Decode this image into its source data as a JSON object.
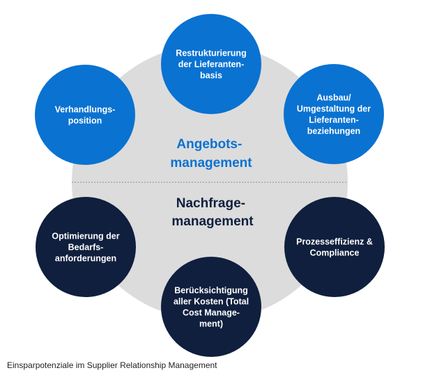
{
  "center": {
    "top_label": [
      "Angebots-",
      "management"
    ],
    "bottom_label": [
      "Nachfrage-",
      "management"
    ]
  },
  "nodes": [
    {
      "id": "restrukturierung",
      "lines": [
        "Restrukturierung",
        "der Lieferanten-",
        "basis"
      ],
      "group": "angebot"
    },
    {
      "id": "ausbau",
      "lines": [
        "Ausbau/",
        "Umgestaltung der",
        "Lieferanten-",
        "beziehungen"
      ],
      "group": "angebot"
    },
    {
      "id": "prozesseffizienz",
      "lines": [
        "Prozesseffizienz &",
        "Compliance"
      ],
      "group": "nachfrage"
    },
    {
      "id": "beruecksichtigung",
      "lines": [
        "Berücksichtigung",
        "aller Kosten (Total",
        "Cost Manage-",
        "ment)"
      ],
      "group": "nachfrage"
    },
    {
      "id": "optimierung",
      "lines": [
        "Optimierung der",
        "Bedarfs-",
        "anforderungen"
      ],
      "group": "nachfrage"
    },
    {
      "id": "verhandlung",
      "lines": [
        "Verhandlungs-",
        "position"
      ],
      "group": "angebot"
    }
  ],
  "caption": "Einsparpotenziale im Supplier Relationship Management",
  "colors": {
    "angebot_circle": "#0a72d1",
    "nachfrage_circle": "#0f1f3d",
    "center_disc": "#dcdcdc",
    "angebot_text": "#0a72d1",
    "nachfrage_text": "#0f1f3d",
    "node_text": "#ffffff",
    "divider": "#8c8c8c"
  }
}
